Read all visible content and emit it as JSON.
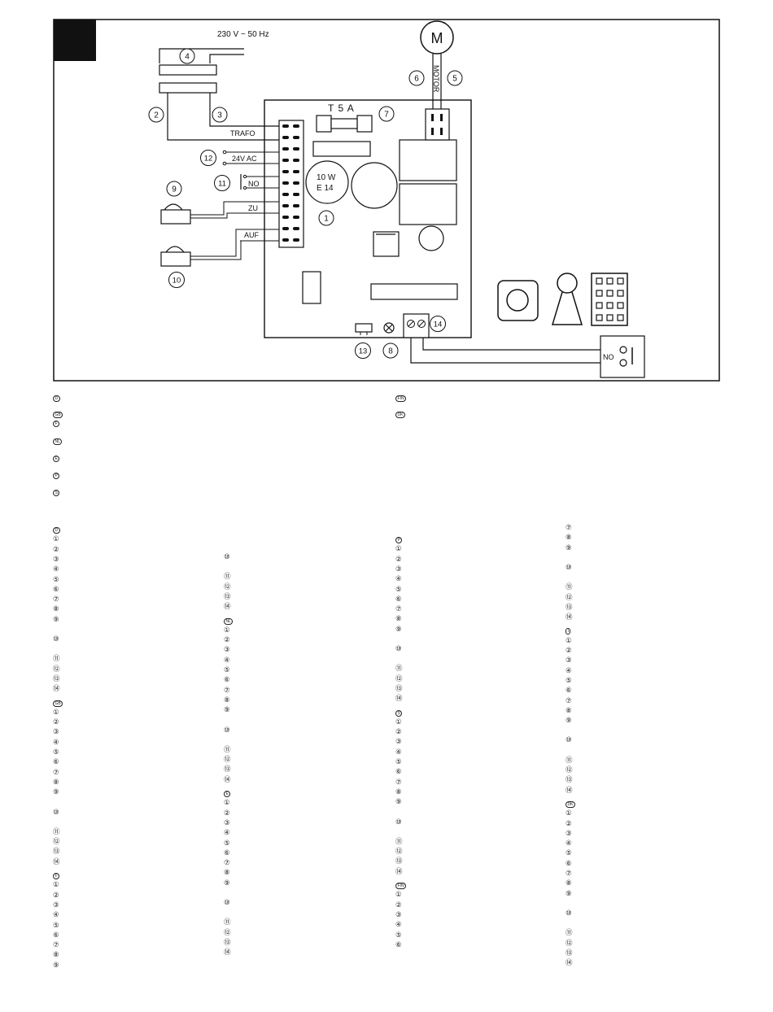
{
  "diagram": {
    "supply_label": "230 V ~ 50 Hz",
    "motor_symbol": "M",
    "motor_label": "MOTOR",
    "fuse_label": "T 5 A",
    "lamp_label_line1": "10 W",
    "lamp_label_line2": "E 14",
    "terminal_labels": {
      "trafo": "TRAFO",
      "ac24": "24V AC",
      "no": "NO",
      "zu": "ZU",
      "auf": "AUF"
    },
    "switch_label": "NO",
    "callouts": {
      "c1": "1",
      "c2": "2",
      "c3": "3",
      "c4": "4",
      "c5": "5",
      "c6": "6",
      "c7": "7",
      "c8": "8",
      "c9": "9",
      "c10": "10",
      "c11": "11",
      "c12": "12",
      "c13": "13",
      "c14": "14"
    }
  },
  "legend_flags_top": {
    "left": [
      "D",
      "GB",
      "F",
      "NL",
      "E",
      "P",
      "S"
    ],
    "right": [
      "FIN",
      "DK"
    ]
  },
  "legend_columns": [
    {
      "flag_groups": [
        {
          "flag": "D",
          "items": [
            "①",
            "②",
            "③",
            "④",
            "⑤",
            "⑥",
            "⑦",
            "⑧",
            "⑨",
            "⑩",
            "⑪",
            "⑫",
            "⑬",
            "⑭"
          ]
        },
        {
          "flag": "GB",
          "items": [
            "①",
            "②",
            "③",
            "④",
            "⑤",
            "⑥",
            "⑦",
            "⑧",
            "⑨",
            "⑩",
            "⑪",
            "⑫",
            "⑬",
            "⑭"
          ]
        },
        {
          "flag": "F",
          "items": [
            "①",
            "②",
            "③",
            "④",
            "⑤",
            "⑥",
            "⑦",
            "⑧",
            "⑨"
          ]
        }
      ]
    },
    {
      "flag_groups": [
        {
          "flag": "",
          "items": [
            "⑩",
            "⑪",
            "⑫",
            "⑬",
            "⑭"
          ]
        },
        {
          "flag": "NL",
          "items": [
            "①",
            "②",
            "③",
            "④",
            "⑤",
            "⑥",
            "⑦",
            "⑧",
            "⑨",
            "⑩",
            "⑪",
            "⑫",
            "⑬",
            "⑭"
          ]
        },
        {
          "flag": "E",
          "items": [
            "①",
            "②",
            "③",
            "④",
            "⑤",
            "⑥",
            "⑦",
            "⑧",
            "⑨",
            "⑩",
            "⑪",
            "⑫",
            "⑬",
            "⑭"
          ]
        }
      ]
    },
    {
      "flag_groups": [
        {
          "flag": "P",
          "items": [
            "①",
            "②",
            "③",
            "④",
            "⑤",
            "⑥",
            "⑦",
            "⑧",
            "⑨",
            "⑩",
            "⑪",
            "⑫",
            "⑬",
            "⑭"
          ]
        },
        {
          "flag": "S",
          "items": [
            "①",
            "②",
            "③",
            "④",
            "⑤",
            "⑥",
            "⑦",
            "⑧",
            "⑨",
            "⑩",
            "⑪",
            "⑫",
            "⑬",
            "⑭"
          ]
        },
        {
          "flag": "FIN",
          "items": [
            "①",
            "②",
            "③",
            "④",
            "⑤",
            "⑥"
          ]
        }
      ]
    },
    {
      "flag_groups": [
        {
          "flag": "",
          "items": [
            "⑦",
            "⑧",
            "⑨",
            "⑩",
            "⑪",
            "⑫",
            "⑬",
            "⑭"
          ]
        },
        {
          "flag": "I",
          "items": [
            "①",
            "②",
            "③",
            "④",
            "⑤",
            "⑥",
            "⑦",
            "⑧",
            "⑨",
            "⑩",
            "⑪",
            "⑫",
            "⑬",
            "⑭"
          ]
        },
        {
          "flag": "DK",
          "items": [
            "①",
            "②",
            "③",
            "④",
            "⑤",
            "⑥",
            "⑦",
            "⑧",
            "⑨",
            "⑩",
            "⑪",
            "⑫",
            "⑬",
            "⑭"
          ]
        }
      ]
    }
  ]
}
